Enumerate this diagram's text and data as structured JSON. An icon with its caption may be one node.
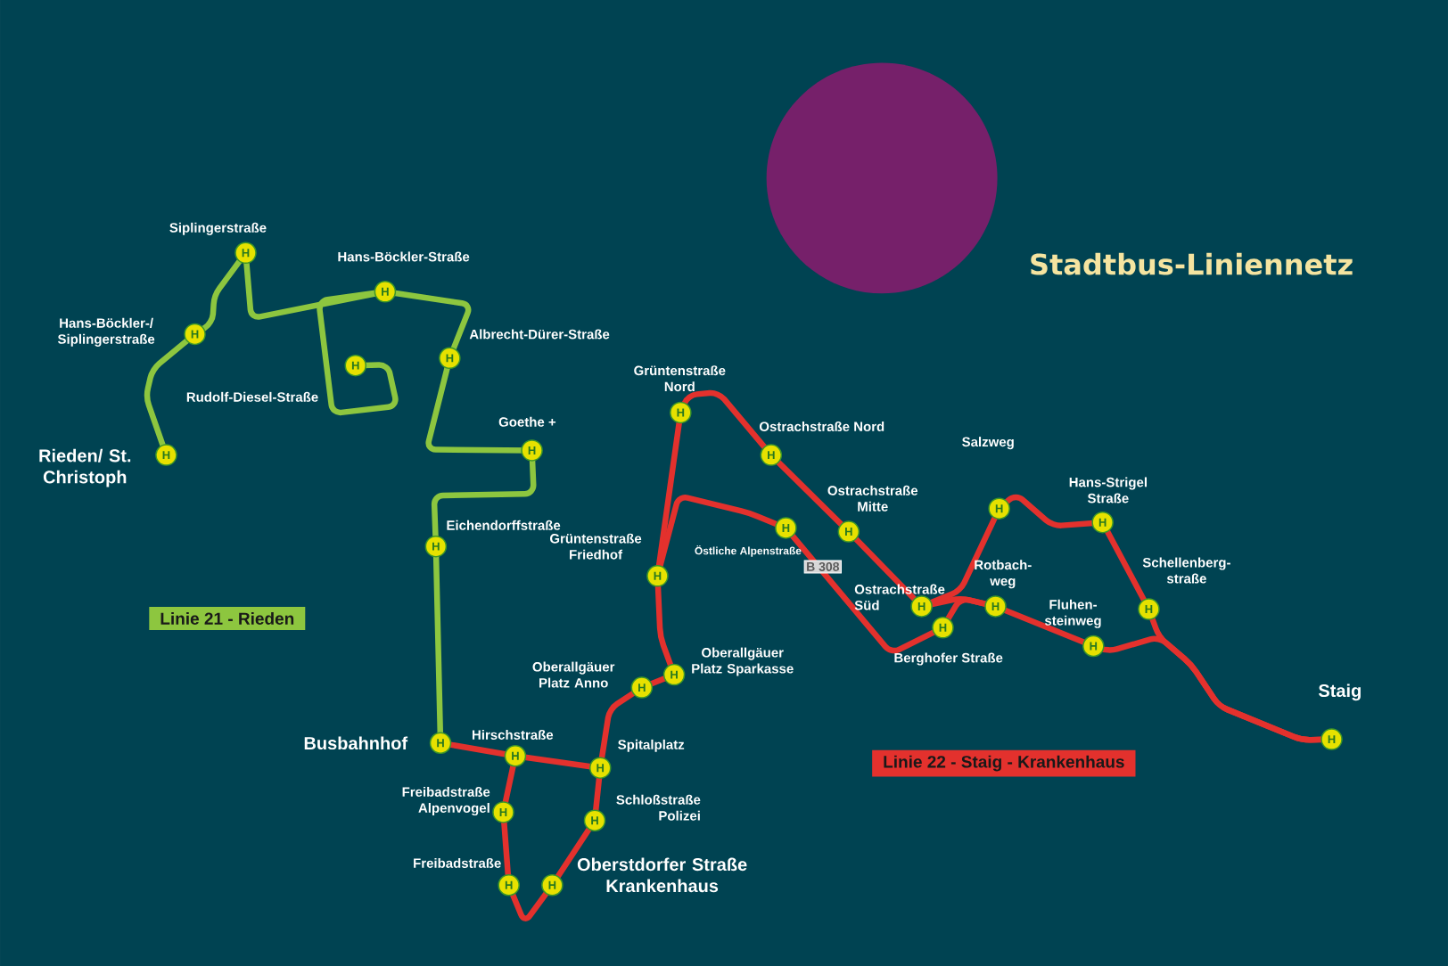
{
  "diagram": {
    "title": "Stadtbus-Liniennetz",
    "nodes": [
      {
        "text": [
          "H"
        ],
        "beside": [
          "Siplingerstraße"
        ]
      },
      {
        "text": [
          "H"
        ],
        "beside": [
          "Hans-Böckler-/ Siplingerstraße"
        ]
      },
      {
        "text": [
          "H"
        ],
        "beside": [
          "Rieden/ St. Christoph"
        ]
      },
      {
        "text": [
          "H"
        ],
        "beside": [
          "Hans-Böckler-Straße"
        ]
      },
      {
        "text": [
          "H"
        ],
        "beside": [
          "Rudolf-Diesel-Straße"
        ]
      },
      {
        "text": [
          "H"
        ],
        "beside": [
          "Albrecht-Dürer-Straße"
        ]
      },
      {
        "text": [
          "H"
        ],
        "beside": [
          "Goethe +"
        ]
      },
      {
        "text": [
          "H"
        ],
        "beside": [
          "Eichendorffstraße"
        ]
      },
      {
        "text": [
          "H"
        ],
        "beside": [
          "Busbahnhof"
        ]
      },
      {
        "text": [
          "H"
        ],
        "beside": [
          "Hirschstraße"
        ]
      },
      {
        "text": [
          "H"
        ],
        "beside": [
          "Spitalplatz"
        ]
      },
      {
        "text": [
          "H"
        ],
        "beside": [
          "Freibadstraße Alpenvogel"
        ]
      },
      {
        "text": [
          "H"
        ],
        "beside": [
          "Schloßstraße Polizei"
        ]
      },
      {
        "text": [
          "H"
        ],
        "beside": [
          "Freibadstraße"
        ]
      },
      {
        "text": [
          "H"
        ],
        "beside": [
          "Oberstdorfer Straße Krankenhaus"
        ]
      },
      {
        "text": [
          "H"
        ],
        "beside": [
          "Oberallgäuer Platz Anno"
        ]
      },
      {
        "text": [
          "H"
        ],
        "beside": [
          "Oberallgäuer Platz Sparkasse"
        ]
      },
      {
        "text": [
          "H"
        ],
        "beside": [
          "Grüntenstraße Friedhof"
        ]
      },
      {
        "text": [
          "H"
        ],
        "beside": [
          "Grüntenstraße Nord"
        ]
      },
      {
        "text": [
          "H"
        ],
        "beside": [
          "Ostrachstraße Nord"
        ]
      },
      {
        "text": [
          "H"
        ],
        "beside": [
          "Östliche Alpenstraße"
        ]
      },
      {
        "text": [
          "H"
        ],
        "beside": [
          "Ostrachstraße Mitte"
        ]
      },
      {
        "text": [
          "H"
        ],
        "beside": [
          "Ostrachstraße Süd"
        ]
      },
      {
        "text": [
          "H"
        ],
        "beside": [
          "Berghofer Straße"
        ]
      },
      {
        "text": [
          "H"
        ],
        "beside": [
          "Salzweg"
        ]
      },
      {
        "text": [
          "H"
        ],
        "beside": [
          "Rotbach- weg"
        ]
      },
      {
        "text": [
          "H"
        ],
        "beside": [
          "Hans-Strigel Straße"
        ]
      },
      {
        "text": [
          "H"
        ],
        "beside": [
          "Fluhen- steinweg"
        ]
      },
      {
        "text": [
          "H"
        ],
        "beside": [
          "Schellenberg- straße"
        ]
      },
      {
        "text": [
          "H"
        ],
        "beside": [
          "Staig"
        ]
      }
    ],
    "edges": [
      {
        "from": 2,
        "to": 1,
        "arrow": "none",
        "color": "#8dc63f"
      },
      {
        "from": 1,
        "to": 0,
        "arrow": "none",
        "color": "#8dc63f"
      },
      {
        "from": 0,
        "to": 3,
        "arrow": "none",
        "color": "#8dc63f"
      },
      {
        "from": 3,
        "to": 4,
        "arrow": "none",
        "color": "#8dc63f"
      },
      {
        "from": 3,
        "to": 5,
        "arrow": "none",
        "color": "#8dc63f"
      },
      {
        "from": 5,
        "to": 6,
        "arrow": "none",
        "color": "#8dc63f"
      },
      {
        "from": 6,
        "to": 7,
        "arrow": "none",
        "color": "#8dc63f"
      },
      {
        "from": 7,
        "to": 8,
        "arrow": "none",
        "color": "#8dc63f"
      },
      {
        "from": 8,
        "to": 9,
        "arrow": "none",
        "color": "#e3312d"
      },
      {
        "from": 9,
        "to": 10,
        "arrow": "none",
        "color": "#e3312d"
      },
      {
        "from": 9,
        "to": 11,
        "arrow": "none",
        "color": "#e3312d"
      },
      {
        "from": 11,
        "to": 13,
        "arrow": "none",
        "color": "#e3312d"
      },
      {
        "from": 13,
        "to": 14,
        "arrow": "none",
        "color": "#e3312d"
      },
      {
        "from": 14,
        "to": 12,
        "arrow": "none",
        "color": "#e3312d"
      },
      {
        "from": 12,
        "to": 10,
        "arrow": "none",
        "color": "#e3312d"
      },
      {
        "from": 10,
        "to": 15,
        "arrow": "none",
        "color": "#e3312d"
      },
      {
        "from": 15,
        "to": 16,
        "arrow": "none",
        "color": "#e3312d"
      },
      {
        "from": 16,
        "to": 17,
        "arrow": "none",
        "color": "#e3312d"
      },
      {
        "from": 17,
        "to": 18,
        "arrow": "none",
        "color": "#e3312d"
      },
      {
        "from": 18,
        "to": 19,
        "arrow": "none",
        "color": "#e3312d"
      },
      {
        "from": 19,
        "to": 21,
        "arrow": "none",
        "color": "#e3312d"
      },
      {
        "from": 21,
        "to": 22,
        "arrow": "none",
        "color": "#e3312d"
      },
      {
        "from": 17,
        "to": 20,
        "arrow": "none",
        "color": "#e3312d"
      },
      {
        "from": 20,
        "to": 23,
        "arrow": "none",
        "color": "#e3312d"
      },
      {
        "from": 23,
        "to": 25,
        "arrow": "none",
        "color": "#e3312d"
      },
      {
        "from": 22,
        "to": 25,
        "arrow": "none",
        "color": "#e3312d"
      },
      {
        "from": 22,
        "to": 24,
        "arrow": "none",
        "color": "#e3312d"
      },
      {
        "from": 25,
        "to": 27,
        "arrow": "none",
        "color": "#e3312d"
      },
      {
        "from": 24,
        "to": 26,
        "arrow": "none",
        "color": "#e3312d"
      },
      {
        "from": 26,
        "to": 28,
        "arrow": "none",
        "color": "#e3312d"
      },
      {
        "from": 28,
        "to": 29,
        "arrow": "none",
        "color": "#e3312d"
      },
      {
        "from": 27,
        "to": 29,
        "arrow": "none",
        "color": "#e3312d"
      }
    ],
    "labels": [
      "B 308"
    ],
    "legend": [
      {
        "text": "Linie 21 - Rieden",
        "color": "#8dc63f"
      },
      {
        "text": "Linie 22 - Staig - Krankenhaus",
        "color": "#e3312d"
      }
    ]
  }
}
